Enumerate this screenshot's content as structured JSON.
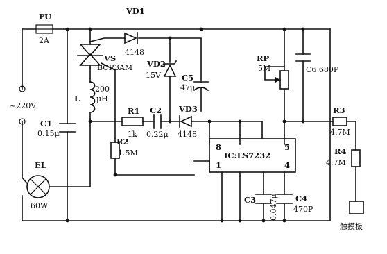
{
  "labels": {
    "fu": "FU",
    "fu_val": "2A",
    "vd1": "VD1",
    "vd1_val": "4148",
    "vs": "VS",
    "vs_val": "BCR3AM",
    "vd2": "VD2",
    "vd2_val": "15V",
    "c5": "C5",
    "c5_val": "47μ",
    "rp": "RP",
    "rp_val": "5M",
    "c6": "C6 680P",
    "supply": "~220V",
    "l": "L",
    "l_val1": "200",
    "l_val2": "μH",
    "c1": "C1",
    "c1_val": "0.15μ",
    "r1": "R1",
    "r1_val": "1k",
    "c2": "C2",
    "c2_val": "0.22μ",
    "vd3": "VD3",
    "vd3_val": "4148",
    "r3": "R3",
    "r3_val": "4.7M",
    "r2": "R2",
    "r2_val": "1.5M",
    "ic_pin8": "8",
    "ic_pin5": "5",
    "ic_name": "IC:LS7232",
    "ic_pin1": "1",
    "ic_pin4": "4",
    "r4": "R4",
    "r4_val": "4.7M",
    "el": "EL",
    "el_val": "60W",
    "c3": "C3",
    "c3_val": "0.047μ",
    "c4": "C4",
    "c4_val": "470P",
    "touch_pad": "触摸板"
  }
}
